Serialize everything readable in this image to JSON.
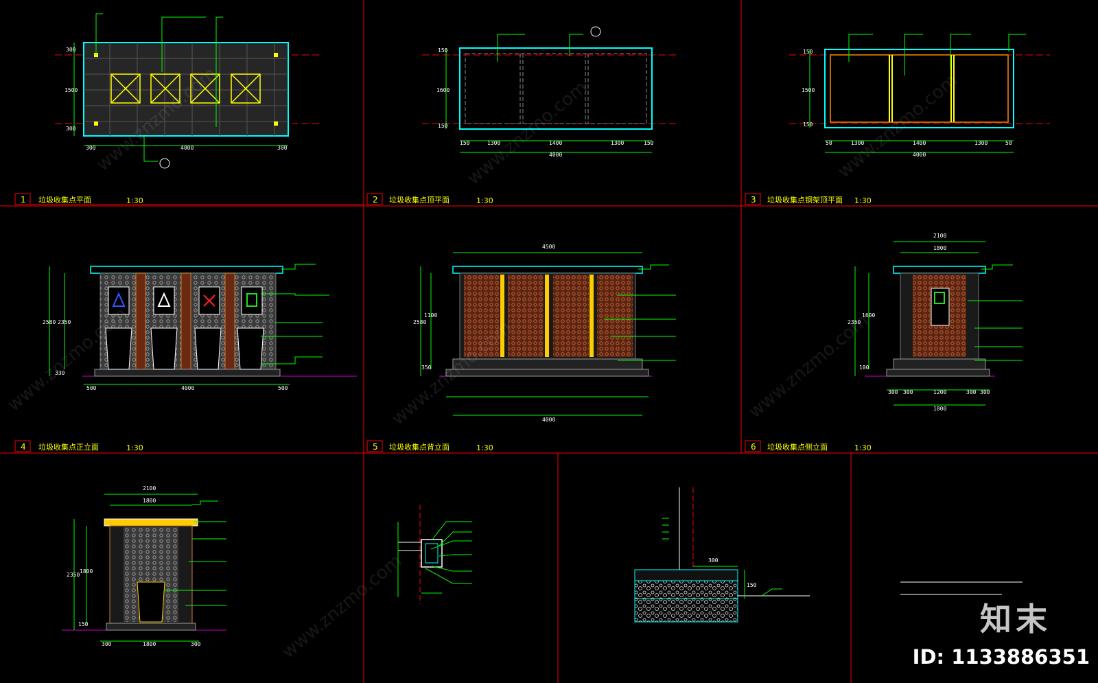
{
  "sheet": {
    "panels": [
      {
        "num": "1",
        "title": "垃圾收集点平面",
        "scale": "1:30"
      },
      {
        "num": "2",
        "title": "垃圾收集点顶平面",
        "scale": "1:30"
      },
      {
        "num": "3",
        "title": "垃圾收集点钢架顶平面",
        "scale": "1:30"
      },
      {
        "num": "4",
        "title": "垃圾收集点正立面",
        "scale": "1:30"
      },
      {
        "num": "5",
        "title": "垃圾收集点背立面",
        "scale": "1:30"
      },
      {
        "num": "6",
        "title": "垃圾收集点侧立面",
        "scale": "1:30"
      }
    ],
    "dims": {
      "p1": {
        "top": "300",
        "mid": "1500",
        "bot": "300",
        "left": "300",
        "main": "4000",
        "right": "300"
      },
      "p2": {
        "top": "150",
        "mid": "1600",
        "bot": "150",
        "a": "150",
        "b": "1300",
        "c": "1400",
        "d": "1300",
        "e": "150",
        "total": "4000"
      },
      "p3": {
        "top": "150",
        "mid": "1500",
        "bot": "150",
        "a": "50",
        "b": "1300",
        "c": "1400",
        "d": "1300",
        "e": "50",
        "total": "4000"
      },
      "p4": {
        "h": "2580",
        "h2": "2350",
        "bot": "330",
        "left": "500",
        "main": "4000",
        "right": "500"
      },
      "p5": {
        "top": "4500",
        "h": "2580",
        "h2": "1100",
        "bot": "350",
        "total": "4000"
      },
      "p6": {
        "top": "2100",
        "top2": "1800",
        "h": "2350",
        "h2": "1600",
        "bot": "100",
        "a": "300",
        "b": "300",
        "c": "1200",
        "d": "300",
        "e": "300",
        "total": "1800"
      },
      "p7": {
        "top": "2100",
        "top2": "1800",
        "h": "2350",
        "h2": "1800",
        "bot": "150",
        "a": "300",
        "main": "1800",
        "b": "300"
      },
      "p9": {
        "w": "300",
        "h": "150"
      }
    }
  },
  "colors": {
    "frame": "#ff0000",
    "dim": "#00ff00",
    "outline": "#00ffff",
    "yellow": "#ffff00",
    "brick": "#8a3a1c",
    "ground": "#cc00cc"
  },
  "watermark": {
    "logo": "知末",
    "id": "ID: 1133886351"
  }
}
